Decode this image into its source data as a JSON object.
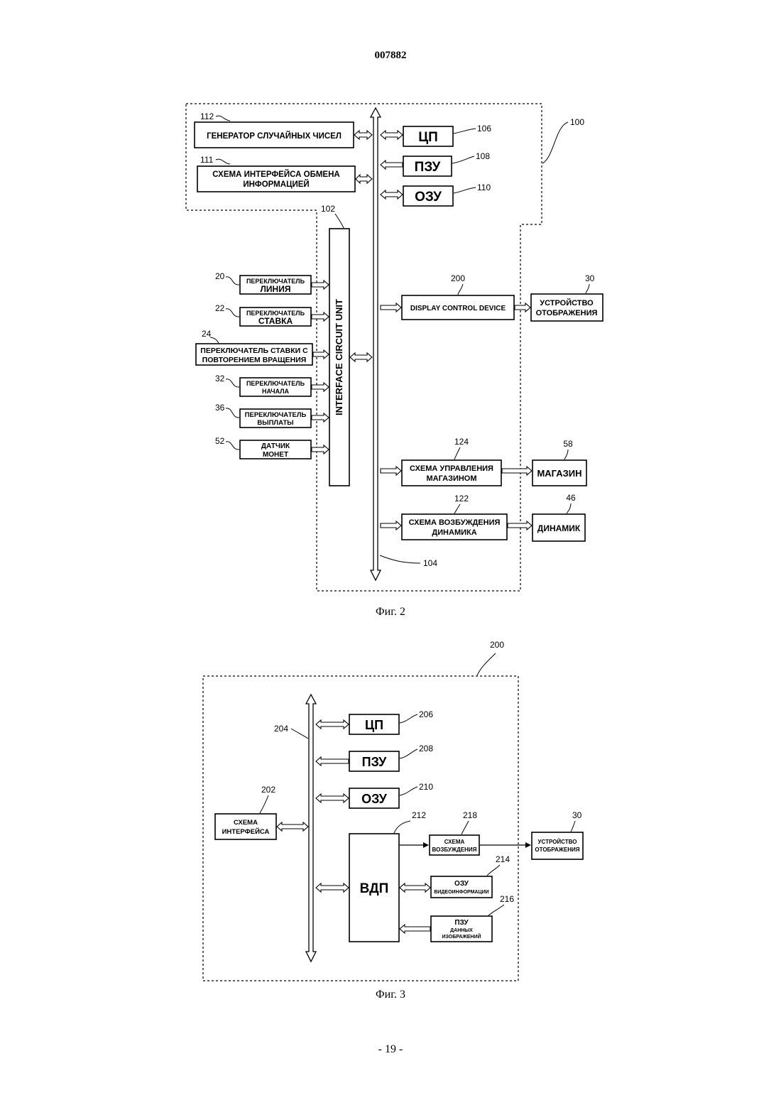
{
  "header": {
    "doc_number": "007882"
  },
  "figure2": {
    "caption": "Фиг. 2",
    "refs": {
      "main": "100",
      "rng": "112",
      "comm": "111",
      "cpu": "106",
      "rom": "108",
      "ram": "110",
      "icu": "102",
      "bus": "104",
      "display_ctrl": "200",
      "display": "30",
      "sw_line": "20",
      "sw_bet": "22",
      "sw_bet_repeat": "24",
      "sw_start": "32",
      "sw_payout": "36",
      "coin": "52",
      "hopper_ctrl": "124",
      "hopper": "58",
      "speaker_drv": "122",
      "speaker": "46"
    },
    "blocks": {
      "rng": "ГЕНЕРАТОР СЛУЧАЙНЫХ ЧИСЕЛ",
      "comm_1": "СХЕМА ИНТЕРФЕЙСА ОБМЕНА",
      "comm_2": "ИНФОРМАЦИЕЙ",
      "cpu": "ЦП",
      "rom": "ПЗУ",
      "ram": "ОЗУ",
      "icu": "INTERFACE CIRCUIT UNIT",
      "display_ctrl": "DISPLAY CONTROL DEVICE",
      "display_1": "УСТРОЙСТВО",
      "display_2": "ОТОБРАЖЕНИЯ",
      "sw_line_1": "ПЕРЕКЛЮЧАТЕЛЬ",
      "sw_line_2": "ЛИНИЯ",
      "sw_bet_1": "ПЕРЕКЛЮЧАТЕЛЬ",
      "sw_bet_2": "СТАВКА",
      "sw_bet_repeat_1": "ПЕРЕКЛЮЧАТЕЛЬ СТАВКИ С",
      "sw_bet_repeat_2": "ПОВТОРЕНИЕМ ВРАЩЕНИЯ",
      "sw_start_1": "ПЕРЕКЛЮЧАТЕЛЬ",
      "sw_start_2": "НАЧАЛА",
      "sw_payout_1": "ПЕРЕКЛЮЧАТЕЛЬ",
      "sw_payout_2": "ВЫПЛАТЫ",
      "coin_1": "ДАТЧИК",
      "coin_2": "МОНЕТ",
      "hopper_ctrl_1": "СХЕМА УПРАВЛЕНИЯ",
      "hopper_ctrl_2": "МАГАЗИНОМ",
      "hopper": "МАГАЗИН",
      "speaker_drv_1": "СХЕМА ВОЗБУЖДЕНИЯ",
      "speaker_drv_2": "ДИНАМИКА",
      "speaker": "ДИНАМИК"
    }
  },
  "figure3": {
    "caption": "Фиг. 3",
    "refs": {
      "main": "200",
      "bus": "204",
      "cpu": "206",
      "rom": "208",
      "ram": "210",
      "iface": "202",
      "vdp": "212",
      "drv": "218",
      "vram": "214",
      "imgrom": "216",
      "display": "30"
    },
    "blocks": {
      "cpu": "ЦП",
      "rom": "ПЗУ",
      "ram": "ОЗУ",
      "iface_1": "СХЕМА",
      "iface_2": "ИНТЕРФЕЙСА",
      "vdp": "ВДП",
      "drv_1": "СХЕМА",
      "drv_2": "ВОЗБУЖДЕНИЯ",
      "vram_1": "ОЗУ",
      "vram_2": "ВИДЕОИНФОРМАЦИИ",
      "imgrom_1": "ПЗУ",
      "imgrom_2": "ДАННЫХ",
      "imgrom_3": "ИЗОБРАЖЕНИЙ",
      "display_1": "УСТРОЙСТВО",
      "display_2": "ОТОБРАЖЕНИЯ"
    }
  },
  "footer": {
    "page_number": "- 19 -"
  }
}
